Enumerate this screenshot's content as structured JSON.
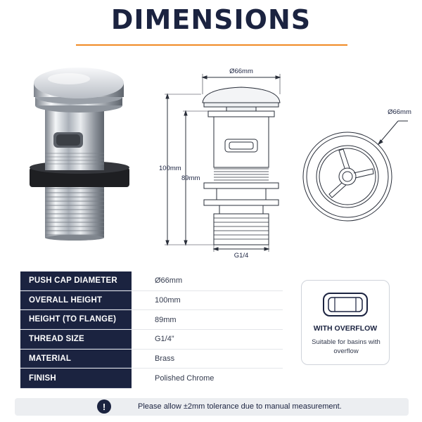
{
  "header": {
    "title": "DIMENSIONS"
  },
  "drawing": {
    "top_diameter": "Ø66mm",
    "overall_height": "100mm",
    "flange_height": "89mm",
    "thread": "G1/4",
    "side_diameter": "Ø66mm"
  },
  "specs": [
    {
      "label": "PUSH CAP DIAMETER",
      "value": "Ø66mm"
    },
    {
      "label": "OVERALL HEIGHT",
      "value": "100mm"
    },
    {
      "label": "HEIGHT (TO FLANGE)",
      "value": "89mm"
    },
    {
      "label": "THREAD SIZE",
      "value": "G1/4”"
    },
    {
      "label": "MATERIAL",
      "value": "Brass"
    },
    {
      "label": "FINISH",
      "value": "Polished Chrome"
    }
  ],
  "feature_card": {
    "title": "WITH OVERFLOW",
    "description": "Suitable for basins with overflow"
  },
  "notice": {
    "icon": "exclamation-icon",
    "text": "Please allow ±2mm tolerance due to manual measurement."
  },
  "colors": {
    "navy": "#1b2340",
    "accent_orange": "#f08a24",
    "chrome": "#c9ced6"
  }
}
